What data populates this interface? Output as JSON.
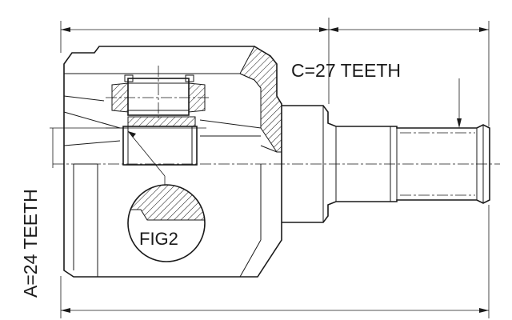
{
  "diagram": {
    "label_a": "A=24 TEETH",
    "label_c": "C=27 TEETH",
    "label_fig": "FIG2"
  },
  "colors": {
    "line": "#1a1a1a",
    "background": "#ffffff"
  }
}
